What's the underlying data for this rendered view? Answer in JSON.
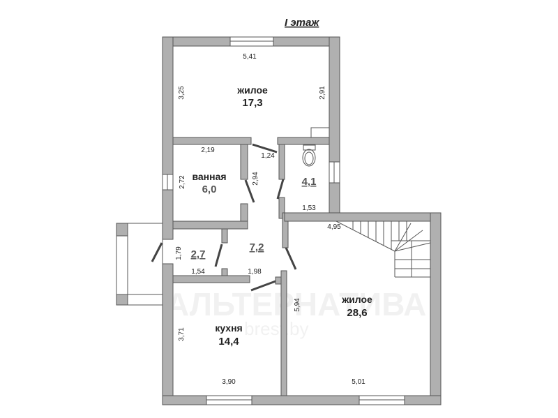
{
  "title": "I этаж",
  "watermark": {
    "brand": "АЛЬТЕРНАТИВА",
    "site": "brest.by"
  },
  "rooms": [
    {
      "name": "жилое",
      "area": "17,3"
    },
    {
      "name": "ванная",
      "area": "6,0"
    },
    {
      "name": "",
      "area": "4,1"
    },
    {
      "name": "",
      "area": "2,7"
    },
    {
      "name": "",
      "area": "7,2"
    },
    {
      "name": "кухня",
      "area": "14,4"
    },
    {
      "name": "жилое",
      "area": "28,6"
    }
  ],
  "dimensions": {
    "living1_width": "5,41",
    "living1_left": "3,25",
    "living1_right": "2,91",
    "bath_width": "2,19",
    "bath_height": "2,72",
    "corridor_top": "1,24",
    "corridor_side": "2,94",
    "wc_width": "1,53",
    "hall_height": "1,79",
    "hall_width": "1,54",
    "corridor2_width": "1,98",
    "living2_top": "4,95",
    "living2_side": "5,94",
    "living2_bottom": "5,01",
    "kitchen_height": "3,71",
    "kitchen_width": "3,90"
  }
}
